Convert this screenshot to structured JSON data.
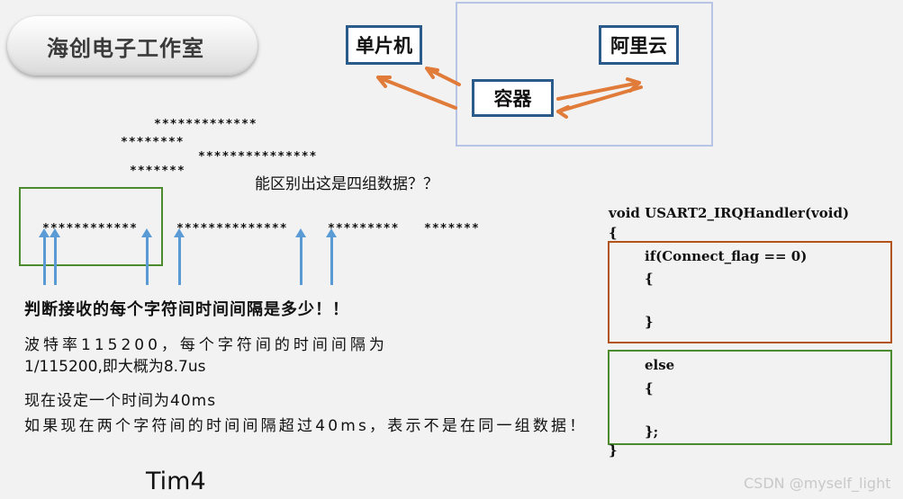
{
  "brand": {
    "title": "海创电子工作室"
  },
  "diagram": {
    "mcu": "单片机",
    "container": "容器",
    "cloud": "阿里云",
    "arrow_color": "#e07b39",
    "box_color": "#2b5b8a"
  },
  "stars": {
    "row1": "*************",
    "row2": "********",
    "row3": "***************",
    "row4": "*******",
    "bottom": [
      "************",
      "**************",
      "*********",
      "*******"
    ]
  },
  "question": "能区别出这是四组数据？？",
  "notes": {
    "judge": "判断接收的每个字符间时间间隔是多少！！",
    "baud_a": "波特率115200，每个字符间的时间间隔为",
    "baud_b": "1/115200,即大概为8.7us",
    "set": "现在设定一个时间为40ms",
    "rule": "如果现在两个字符间的时间间隔超过40ms，表示不是在同一组数据！"
  },
  "timer": "Tim4",
  "code": {
    "signature": "void USART2_IRQHandler(void)",
    "open_brace": "{",
    "if_line": "if(Connect_flag == 0)",
    "if_open": "{",
    "if_close": "}",
    "else_line": "else",
    "else_open": "{",
    "else_close": "};",
    "close_brace": "}"
  },
  "watermark": "CSDN @myself_light"
}
